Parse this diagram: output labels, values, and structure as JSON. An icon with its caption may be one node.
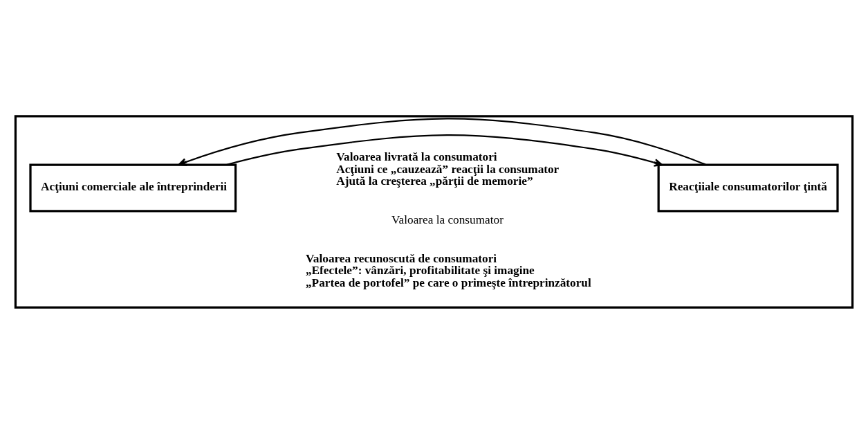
{
  "diagram": {
    "nodes": [
      {
        "text": [],
        "shape": "box"
      },
      {
        "text": [
          "Acţiuni comerciale ale întreprinderii"
        ],
        "in": 0
      },
      {
        "text": [
          "Reacţiiale consumatorilor ţintă"
        ],
        "in": 0
      }
    ],
    "edges": [
      {
        "from": 2,
        "to": 1,
        "arrow": "to"
      },
      {
        "from": 1,
        "to": 2,
        "arrow": "to"
      }
    ],
    "labels": [
      "Valoarea livrată la consumatori",
      "Acţiuni ce „cauzează” reacţii la consumator",
      "Ajută la creşterea „părţii de memorie”",
      "Valoarea la consumator",
      "Valoarea recunoscută de consumatori",
      "„Efectele”: vânzări, profitabilitate şi imagine",
      "„Partea de portofel” pe care o primeşte întreprinzătorul"
    ]
  }
}
